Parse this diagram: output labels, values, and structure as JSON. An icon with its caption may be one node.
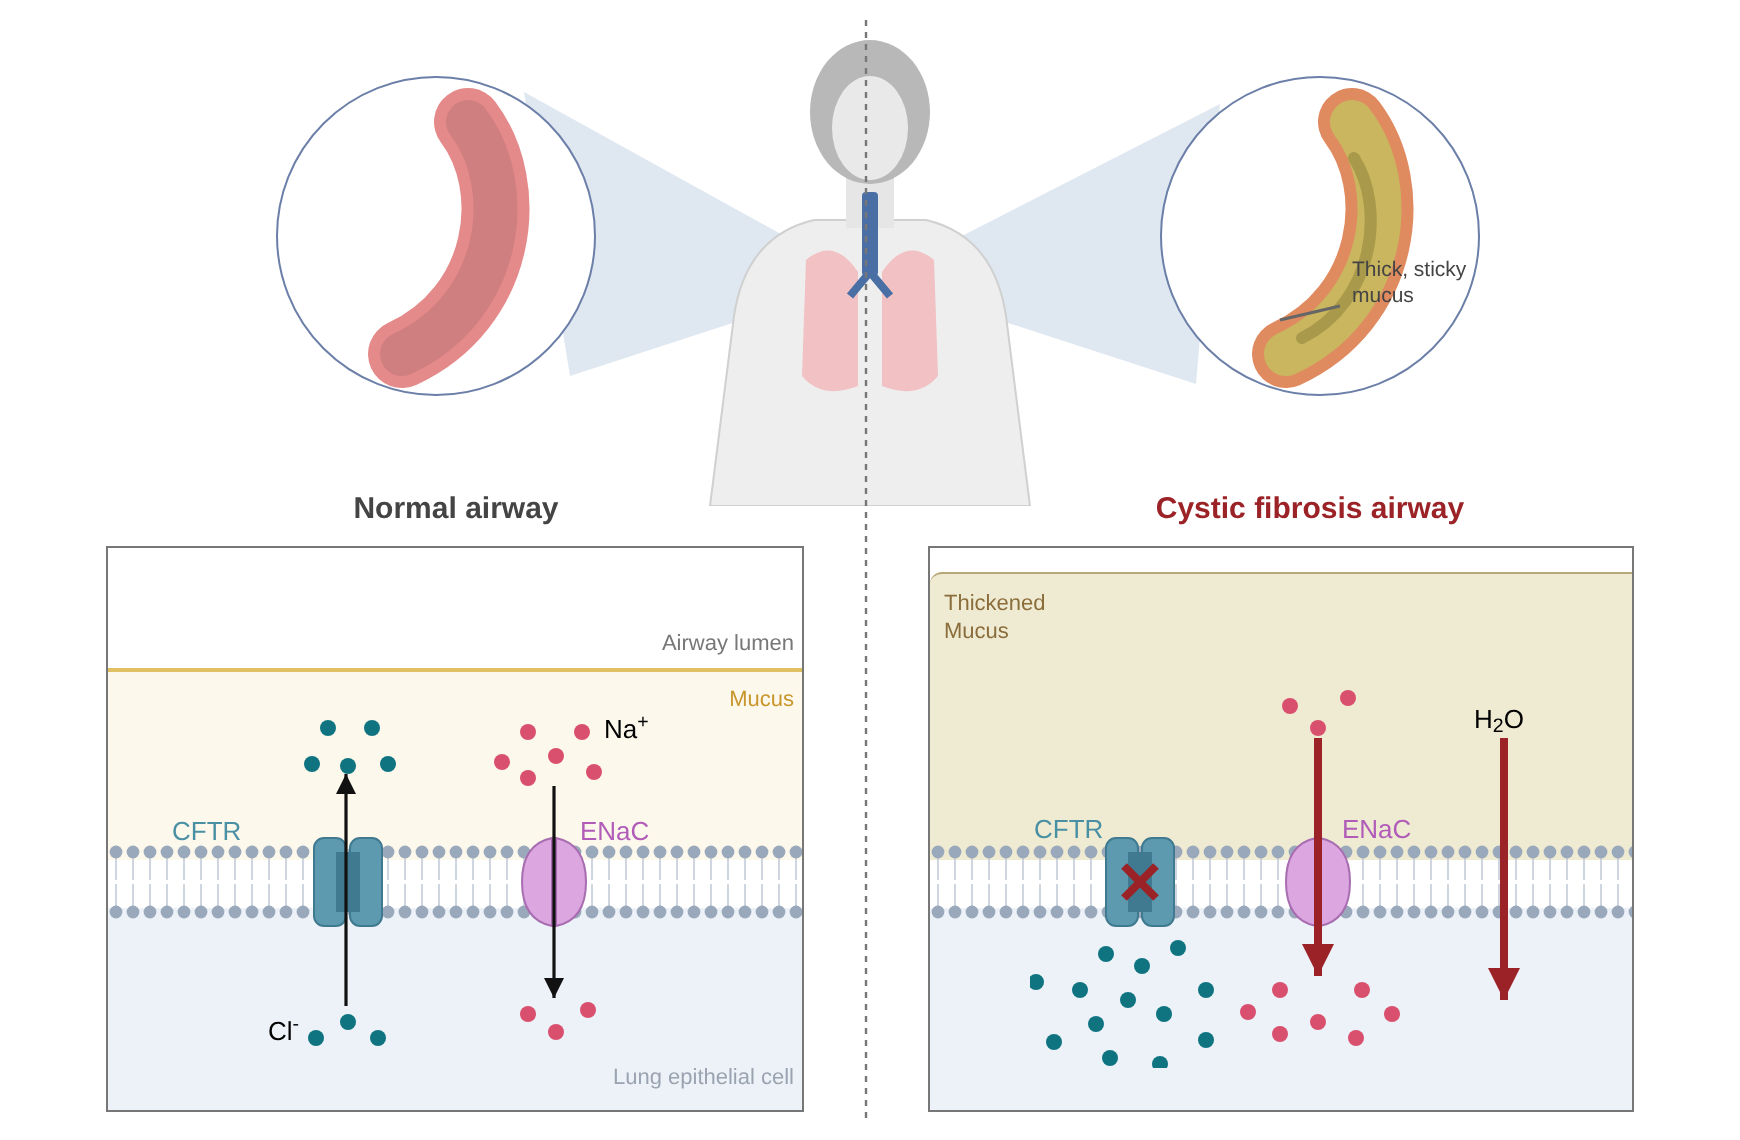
{
  "diagram": {
    "nodes": [
      {
        "text": [],
        "shape": "picture"
      },
      {
        "text": [],
        "shape": "picture"
      },
      {
        "text": [],
        "shape": "picture"
      },
      {
        "text": [
          "Thick, sticky mucus"
        ],
        "in": 2
      },
      {
        "text": [],
        "shape": "box"
      },
      {
        "text": [
          "Cl$^{-}$"
        ],
        "in": 4
      },
      {
        "text": [],
        "shape": "picture",
        "in": 4
      },
      {
        "text": [
          "Na$^{+}$"
        ],
        "in": 4
      },
      {
        "text": [],
        "shape": "picture",
        "in": 4
      },
      {
        "text": [],
        "shape": "box"
      },
      {
        "text": [],
        "shape": "picture",
        "in": 9
      },
      {
        "text": [],
        "shape": "picture",
        "in": 9
      },
      {
        "text": [
          "H$_{2}$O"
        ],
        "in": 9
      }
    ],
    "edges": [
      {
        "from": 5,
        "to": 6,
        "arrow": "to"
      },
      {
        "from": 7,
        "to": 8,
        "arrow": "to"
      },
      {
        "from": 10,
        "to": 11,
        "arrow": "to",
        "style": "thick",
        "color": "#9b2226"
      },
      {
        "from": 12,
        "to": null,
        "arrow": "to",
        "style": "thick",
        "color": "#9b2226"
      },
      {
        "from": 3,
        "to": null,
        "arrow": "none",
        "color": "#666666"
      }
    ],
    "labels": [
      "Normal airway",
      "Cystic fibrosis airway",
      "Airway lumen",
      "Thickened Mucus",
      "Mucus",
      "CFTR",
      "ENaC",
      "CFTR",
      "ENaC",
      "Lung epithelial cell"
    ]
  }
}
